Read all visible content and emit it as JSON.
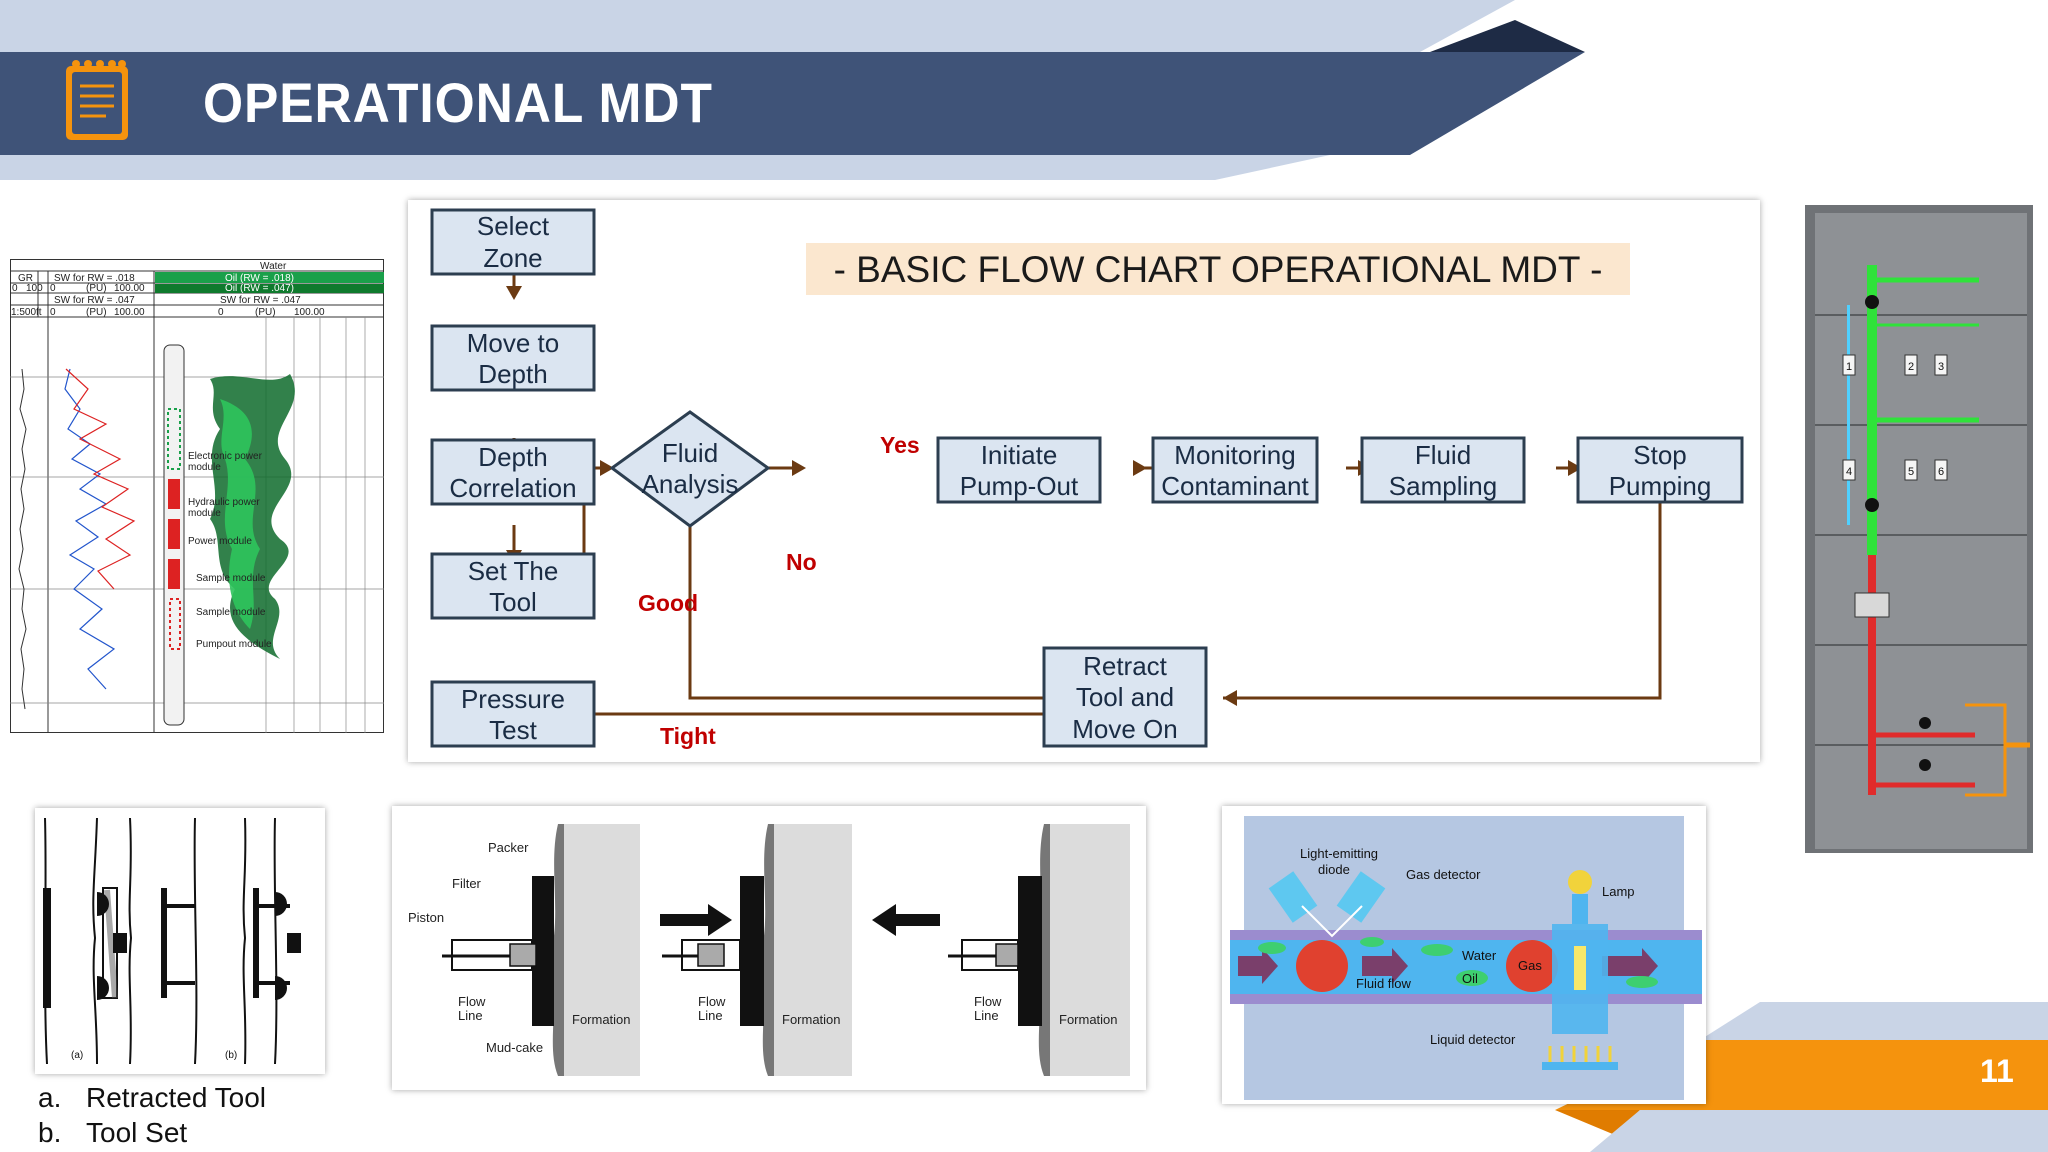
{
  "slide": {
    "title": "OPERATIONAL MDT",
    "page_number": "11",
    "colors": {
      "navy": "#3f5378",
      "light_blue": "#c9d4e6",
      "orange": "#f5930d",
      "flow_box": "#dbe5f1",
      "arrow": "#6b3a12",
      "label_red": "#c00000",
      "banner_bg": "#fbe7cf"
    }
  },
  "header": {
    "icon": "notepad-icon"
  },
  "flowchart": {
    "banner": "- BASIC FLOW CHART OPERATIONAL MDT -",
    "steps": {
      "select_zone": [
        "Select",
        "Zone"
      ],
      "move_to_depth": [
        "Move to",
        "Depth"
      ],
      "depth_correlation": [
        "Depth",
        "Correlation"
      ],
      "set_the_tool": [
        "Set The",
        "Tool"
      ],
      "pressure_test": [
        "Pressure",
        "Test"
      ],
      "fluid_analysis": [
        "Fluid",
        "Analysis"
      ],
      "initiate_pump_out": [
        "Initiate",
        "Pump-Out"
      ],
      "monitoring_contaminant": [
        "Monitoring",
        "Contaminant"
      ],
      "fluid_sampling": [
        "Fluid",
        "Sampling"
      ],
      "stop_pumping": [
        "Stop",
        "Pumping"
      ],
      "retract_tool": [
        "Retract",
        "Tool and",
        "Move On"
      ]
    },
    "edge_labels": {
      "yes": "Yes",
      "no": "No",
      "good": "Good",
      "tight": "Tight"
    }
  },
  "log_panel": {
    "header": {
      "water": "Water",
      "gr": "GR",
      "gr_scale": [
        "0",
        "100"
      ],
      "depth_scale": "1:500ft",
      "sw_rw_018": "SW for RW = .018",
      "sw_rw_047": "SW for RW = .047",
      "pu_left": [
        "0",
        "(PU)",
        "100.00"
      ],
      "pu_left2": [
        "0",
        "(PU)",
        "100.00"
      ],
      "oil_018": "Oil (RW = .018)",
      "oil_047": "Oil (RW = .047)",
      "sw_rw_047_right": "SW for RW = .047",
      "pu_right": [
        "0",
        "(PU)",
        "100.00"
      ]
    },
    "modules": [
      "Electronic power",
      "module",
      "Hydraulic power",
      "module",
      "Power module",
      "Sample module",
      "Sample module",
      "Pumpout module"
    ]
  },
  "tool_diagram": {
    "labels": [
      "(a)",
      "(b)"
    ]
  },
  "captions": [
    {
      "marker": "a.",
      "text": "Retracted Tool"
    },
    {
      "marker": "b.",
      "text": "Tool Set"
    }
  ],
  "probe_diagram": {
    "labels": {
      "packer": "Packer",
      "filter": "Filter",
      "piston": "Piston",
      "flow_line": [
        "Flow",
        "Line"
      ],
      "mudcake": "Mud-cake",
      "formation": "Formation"
    }
  },
  "fluid_analyzer": {
    "labels": {
      "led": [
        "Light-emitting",
        "diode"
      ],
      "gas_detector": "Gas detector",
      "lamp": "Lamp",
      "water": "Water",
      "oil": "Oil",
      "gas": "Gas",
      "fluid_flow": "Fluid flow",
      "liquid_detector": "Liquid detector"
    }
  },
  "sample_module_photo": {
    "labels": [
      "1",
      "2",
      "3",
      "4",
      "5",
      "6"
    ]
  }
}
